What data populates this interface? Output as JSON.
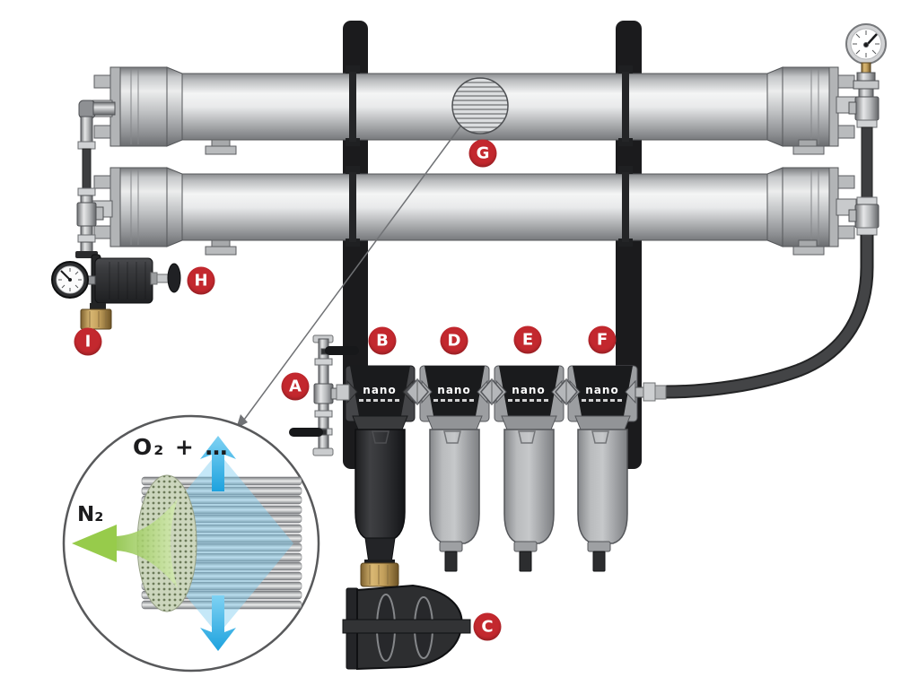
{
  "diagram": {
    "subject": "membrane nitrogen generator component diagram",
    "background": "#ffffff"
  },
  "colors": {
    "callout_red": "#c3282e",
    "arrow_blue": "#2fb3e8",
    "arrow_green": "#8cc63e",
    "bracket_black": "#1b1b1d",
    "brass": "#c3a05c",
    "hose_black": "#3d3e40"
  },
  "callouts": [
    {
      "letter": "A"
    },
    {
      "letter": "B"
    },
    {
      "letter": "C"
    },
    {
      "letter": "D"
    },
    {
      "letter": "E"
    },
    {
      "letter": "F"
    },
    {
      "letter": "G"
    },
    {
      "letter": "H"
    },
    {
      "letter": "I"
    }
  ],
  "inset": {
    "top_label": "O₂ + …",
    "left_label": "N₂"
  },
  "filters": {
    "brand": "nano"
  }
}
